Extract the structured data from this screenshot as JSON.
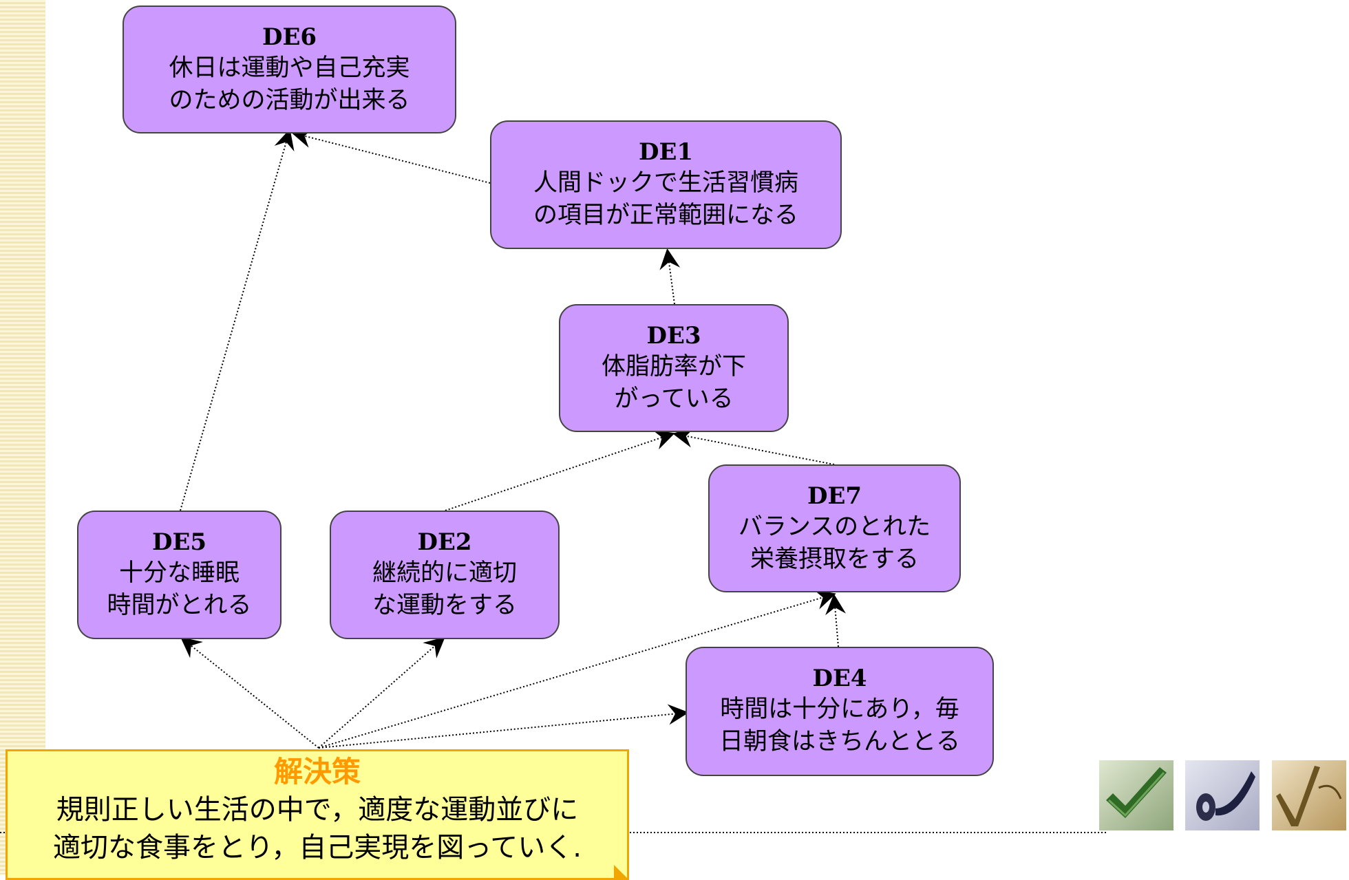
{
  "nodes": {
    "de6": {
      "id": "DE6",
      "text": "休日は運動や自己充実\nのための活動が出来る"
    },
    "de1": {
      "id": "DE1",
      "text": "人間ドックで生活習慣病\nの項目が正常範囲になる"
    },
    "de3": {
      "id": "DE3",
      "text": "体脂肪率が下\nがっている"
    },
    "de7": {
      "id": "DE7",
      "text": "バランスのとれた\n栄養摂取をする"
    },
    "de5": {
      "id": "DE5",
      "text": "十分な睡眠\n時間がとれる"
    },
    "de2": {
      "id": "DE2",
      "text": "継続的に適切\nな運動をする"
    },
    "de4": {
      "id": "DE4",
      "text": "時間は十分にあり，毎\n日朝食はきちんととる"
    }
  },
  "solution": {
    "title": "解決策",
    "body": "規則正しい生活の中で，適度な運動並びに\n適切な食事をとり，自己実現を図っていく."
  },
  "edges": [
    {
      "from": "DE5",
      "to": "DE6"
    },
    {
      "from": "DE1",
      "to": "DE6"
    },
    {
      "from": "DE3",
      "to": "DE1"
    },
    {
      "from": "DE2",
      "to": "DE3"
    },
    {
      "from": "DE7",
      "to": "DE3"
    },
    {
      "from": "DE4",
      "to": "DE7"
    },
    {
      "from": "解決策",
      "to": "DE5"
    },
    {
      "from": "解決策",
      "to": "DE2"
    },
    {
      "from": "解決策",
      "to": "DE7"
    },
    {
      "from": "解決策",
      "to": "DE4"
    }
  ],
  "thumbnails": [
    {
      "icon": "green-checkmark-icon"
    },
    {
      "icon": "cd-disc-icon"
    },
    {
      "icon": "gold-checkmark-icon"
    }
  ],
  "colors": {
    "node_fill": "#cc99ff",
    "solution_fill": "#ffff99",
    "solution_title": "#ff9900"
  }
}
